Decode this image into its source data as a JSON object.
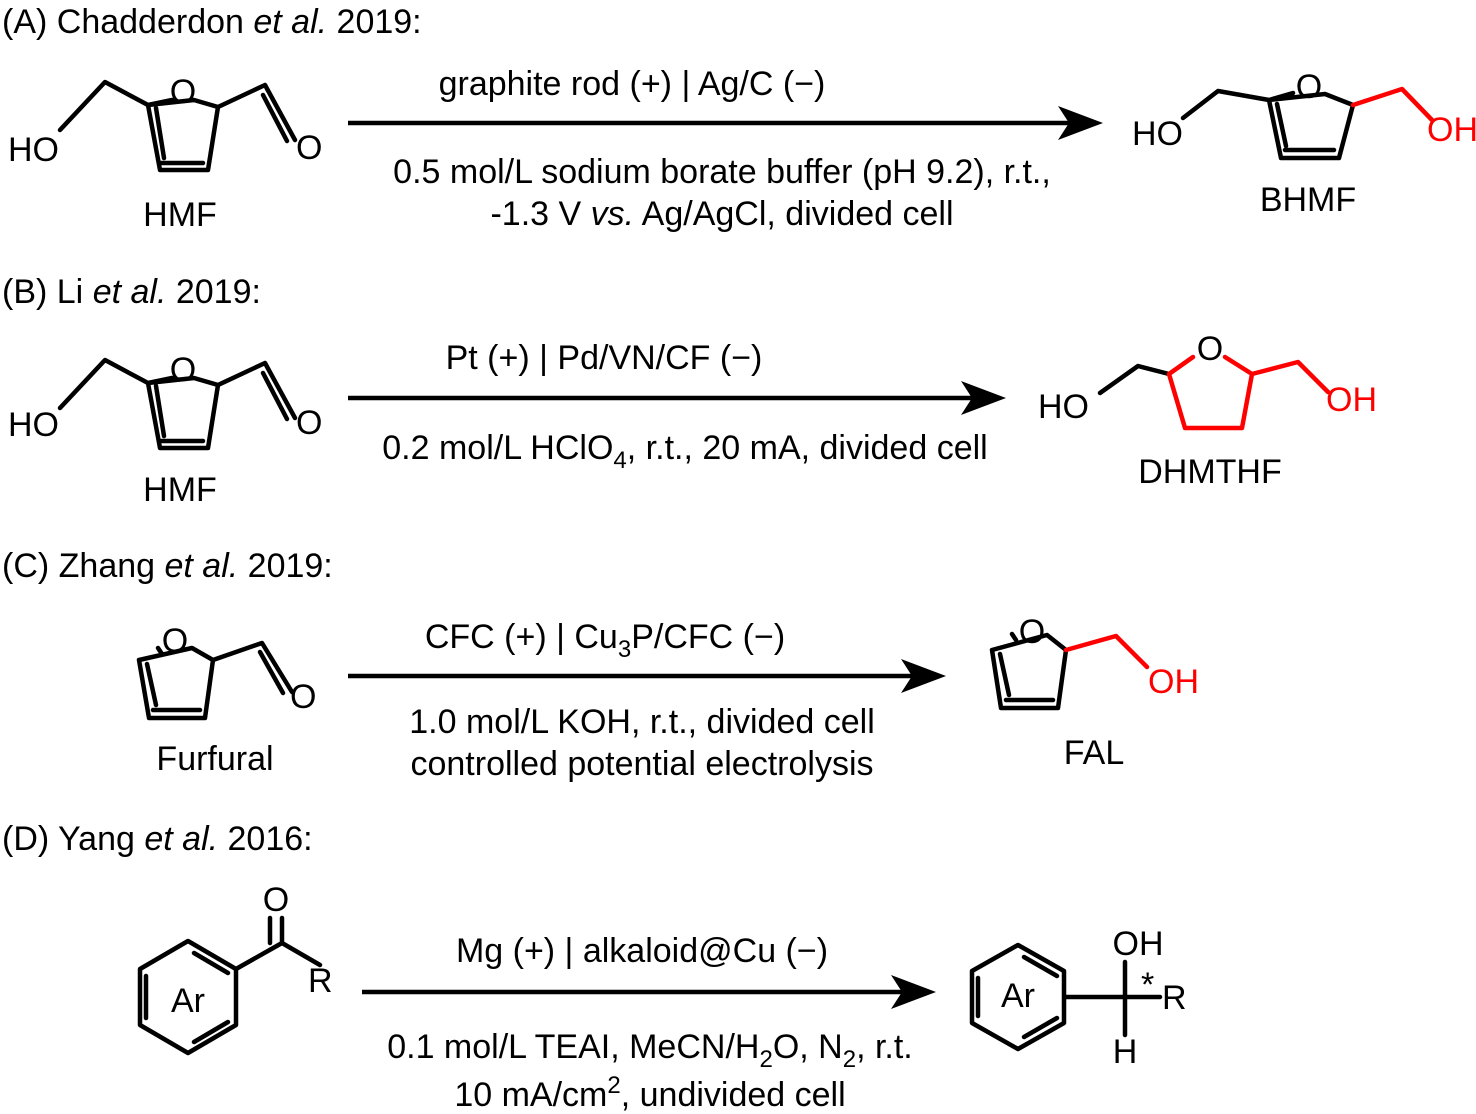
{
  "accent_color": "#ff0000",
  "panels": {
    "A": {
      "heading": {
        "label": "(A) Chadderdon ",
        "etal": "et al.",
        "year": " 2019:"
      },
      "reactant": {
        "ho": "HO",
        "ring_o": "O",
        "carbonyl_o": "O",
        "name": "HMF"
      },
      "conditions_top": "graphite rod (+) | Ag/C (−)",
      "conditions_bottom_1": "0.5 mol/L sodium borate buffer (pH 9.2), r.t.,",
      "conditions_bottom_2": {
        "pre": "-1.3 V ",
        "vs": "vs.",
        "post": " Ag/AgCl, divided cell"
      },
      "product": {
        "ho": "HO",
        "ring_o": "O",
        "oh": "OH",
        "name": "BHMF"
      }
    },
    "B": {
      "heading": {
        "label": "(B) Li ",
        "etal": "et al.",
        "year": " 2019:"
      },
      "reactant": {
        "ho": "HO",
        "ring_o": "O",
        "carbonyl_o": "O",
        "name": "HMF"
      },
      "conditions_top": "Pt (+) | Pd/VN/CF (−)",
      "conditions_bottom": {
        "pre": "0.2 mol/L HClO",
        "sub": "4",
        "post": ", r.t., 20 mA, divided cell"
      },
      "product": {
        "ho": "HO",
        "ring_o": "O",
        "oh": "OH",
        "name": "DHMTHF"
      }
    },
    "C": {
      "heading": {
        "label": "(C) Zhang ",
        "etal": "et al.",
        "year": " 2019:"
      },
      "reactant": {
        "ring_o": "O",
        "carbonyl_o": "O",
        "name": "Furfural"
      },
      "conditions_top": {
        "pre": "CFC (+) | Cu",
        "sub": "3",
        "post": "P/CFC (−)"
      },
      "conditions_bottom_1": "1.0 mol/L KOH, r.t., divided cell",
      "conditions_bottom_2": "controlled potential electrolysis",
      "product": {
        "ring_o": "O",
        "oh": "OH",
        "name": "FAL"
      }
    },
    "D": {
      "heading": {
        "label": "(D) Yang ",
        "etal": "et al.",
        "year": " 2016:"
      },
      "reactant": {
        "ar": "Ar",
        "carbonyl_o": "O",
        "r": "R"
      },
      "conditions_top": "Mg (+) | alkaloid@Cu (−)",
      "conditions_bottom_1": {
        "a": "0.1 mol/L TEAI, MeCN/H",
        "sub1": "2",
        "b": "O, N",
        "sub2": "2",
        "c": ", r.t."
      },
      "conditions_bottom_2": {
        "pre": "10 mA/cm",
        "sup": "2",
        "post": ", undivided cell"
      },
      "product": {
        "ar": "Ar",
        "oh": "OH",
        "star": "*",
        "r": "R",
        "h": "H"
      }
    }
  }
}
